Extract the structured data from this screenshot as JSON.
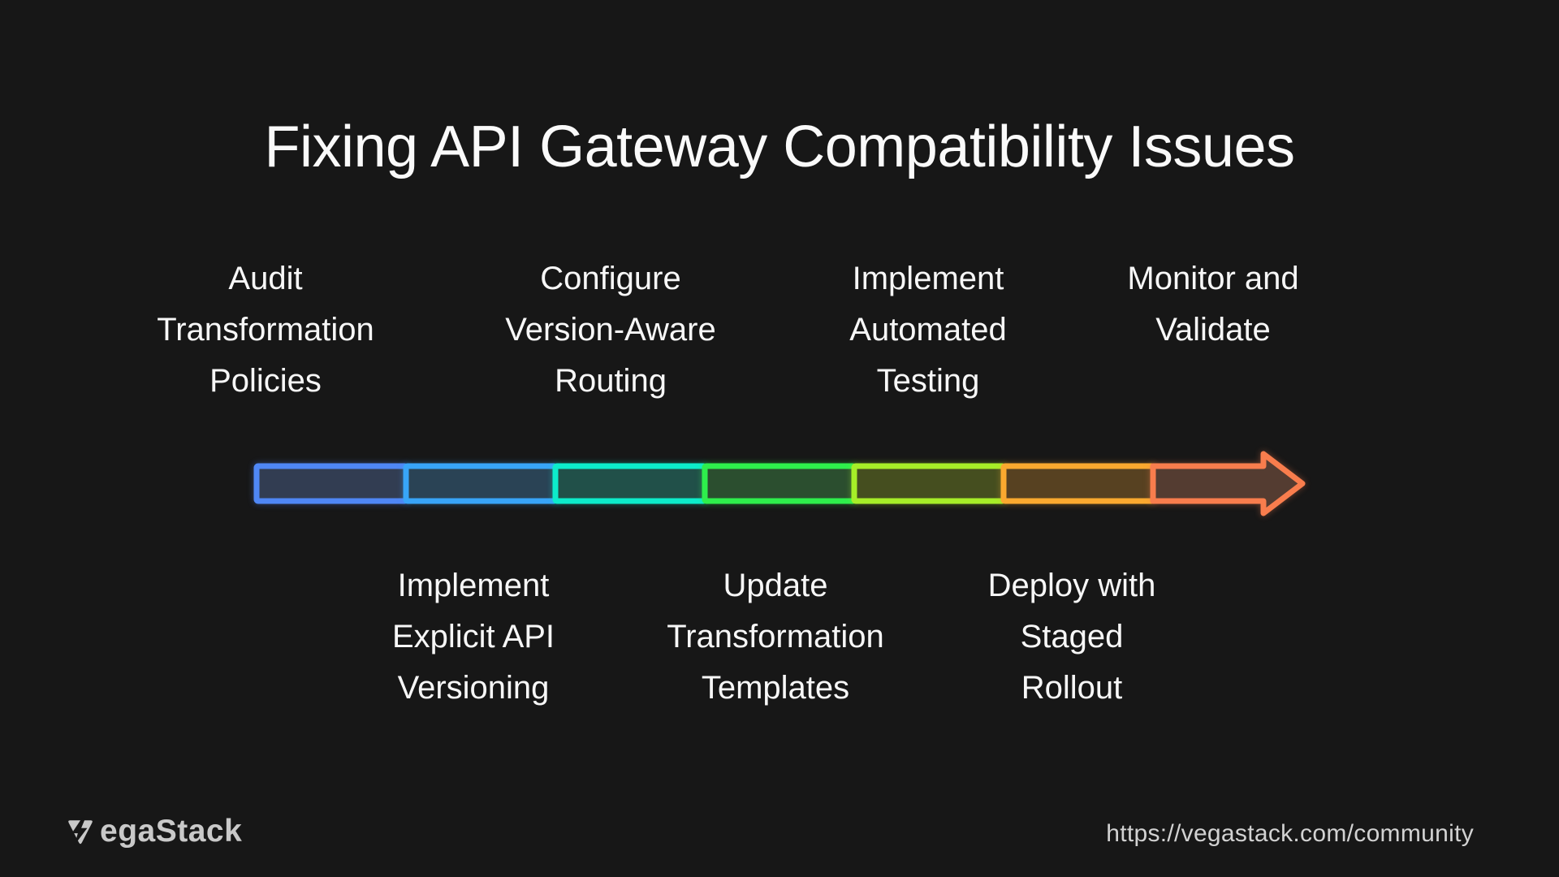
{
  "title": "Fixing API Gateway Compatibility Issues",
  "steps": [
    {
      "label": "Audit Transformation Policies",
      "lines": [
        "Audit",
        "Transformation",
        "Policies"
      ],
      "position": "above"
    },
    {
      "label": "Implement Explicit API Versioning",
      "lines": [
        "Implement",
        "Explicit API",
        "Versioning"
      ],
      "position": "below"
    },
    {
      "label": "Configure Version-Aware Routing",
      "lines": [
        "Configure",
        "Version-Aware",
        "Routing"
      ],
      "position": "above"
    },
    {
      "label": "Update Transformation Templates",
      "lines": [
        "Update",
        "Transformation",
        "Templates"
      ],
      "position": "below"
    },
    {
      "label": "Implement Automated Testing",
      "lines": [
        "Implement",
        "Automated",
        "Testing"
      ],
      "position": "above"
    },
    {
      "label": "Deploy with Staged Rollout",
      "lines": [
        "Deploy with",
        "Staged",
        "Rollout"
      ],
      "position": "below"
    },
    {
      "label": "Monitor and Validate",
      "lines": [
        "Monitor and",
        "Validate"
      ],
      "position": "above"
    }
  ],
  "arrow": {
    "direction": "left-to-right",
    "segments": [
      {
        "border": "#4f87f5",
        "fill": "#323d52"
      },
      {
        "border": "#38a5f8",
        "fill": "#2a4355"
      },
      {
        "border": "#0deccb",
        "fill": "#215049"
      },
      {
        "border": "#2eef4c",
        "fill": "#2b4e2f"
      },
      {
        "border": "#a6ee28",
        "fill": "#454e1f"
      },
      {
        "border": "#faa92f",
        "fill": "#574121"
      },
      {
        "border": "#f87d4d",
        "fill": "#543c31"
      }
    ]
  },
  "footer": {
    "brand": "VegaStack",
    "brand_rest": "egaStack",
    "url": "https://vegastack.com/community"
  },
  "colors": {
    "background": "#171717",
    "title_text": "#fafafa",
    "label_text": "#f7f7f7",
    "logo_gray": "#c9c9c9",
    "url_gray": "#d2d2d2"
  }
}
